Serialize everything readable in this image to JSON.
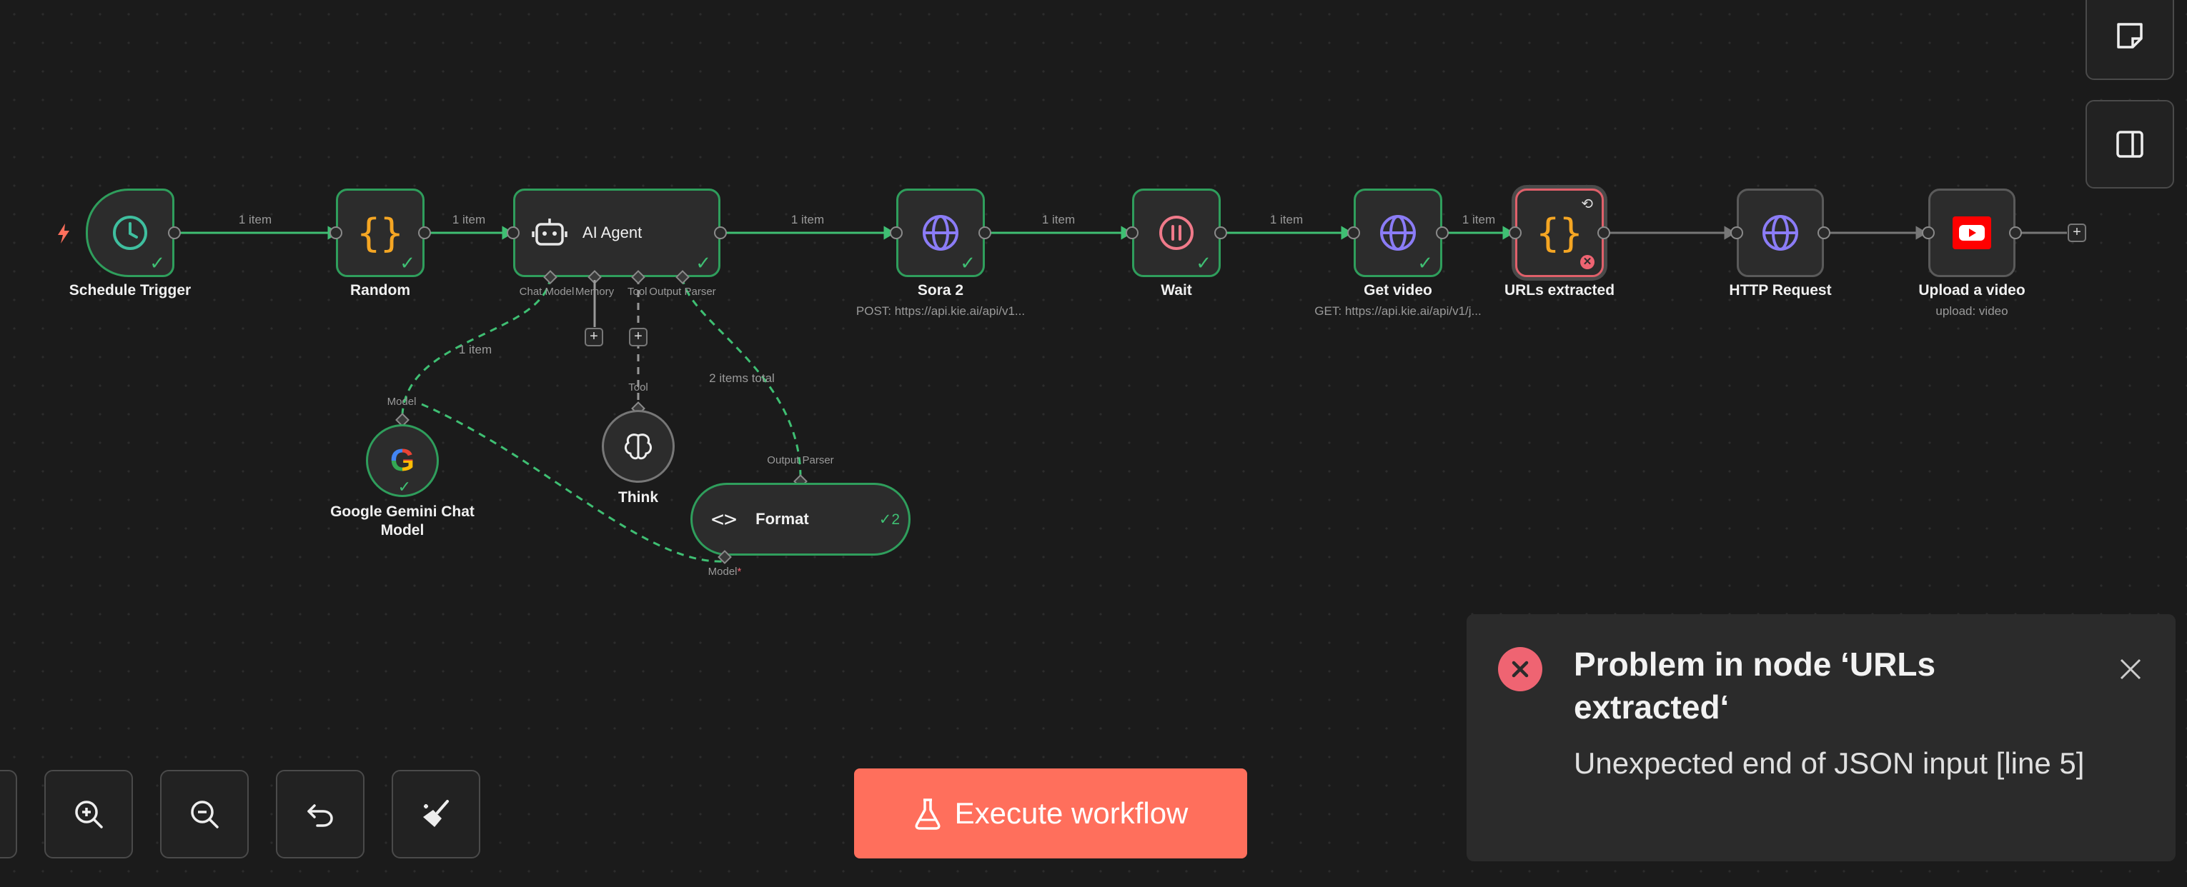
{
  "nodes": {
    "schedule_trigger": {
      "label": "Schedule Trigger"
    },
    "random": {
      "label": "Random"
    },
    "ai_agent": {
      "label": "AI Agent",
      "ports": {
        "chat_model": "Chat Model",
        "memory": "Memory",
        "tool": "Tool",
        "output_parser": "Output Parser"
      }
    },
    "sora2": {
      "label": "Sora 2",
      "sub": "POST: https://api.kie.ai/api/v1..."
    },
    "wait": {
      "label": "Wait"
    },
    "get_video": {
      "label": "Get video",
      "sub": "GET: https://api.kie.ai/api/v1/j..."
    },
    "urls_extracted": {
      "label": "URLs extracted"
    },
    "http_request": {
      "label": "HTTP Request"
    },
    "upload_video": {
      "label": "Upload a video",
      "sub": "upload: video"
    },
    "gemini": {
      "label": "Google Gemini Chat Model",
      "port": "Model"
    },
    "think": {
      "label": "Think",
      "port": "Tool"
    },
    "format": {
      "label": "Format",
      "count": "2",
      "port_top": "Output Parser",
      "port_bottom": "Model",
      "required_mark": "*"
    }
  },
  "edges": {
    "e1": "1 item",
    "e2": "1 item",
    "e3": "1 item",
    "e4": "1 item",
    "e5": "1 item",
    "e6": "1 item",
    "gemini_edge": "1 item",
    "parser_edge": "2 items total"
  },
  "execute_button": {
    "label": "Execute workflow"
  },
  "toast": {
    "title": "Problem in node ‘URLs extracted‘",
    "message": "Unexpected end of JSON input [line 5]"
  },
  "colors": {
    "success": "#2f9e5c",
    "error": "#e0606a",
    "accent": "#ff6f5c",
    "globe": "#8b7cf6",
    "code": "#f5a623"
  }
}
